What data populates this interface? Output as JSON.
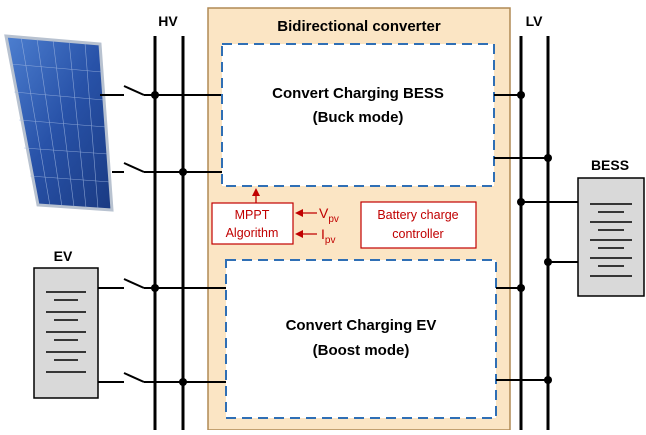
{
  "labels": {
    "hv": "HV",
    "lv": "LV",
    "converter_title": "Bidirectional converter",
    "bess": "BESS",
    "ev": "EV"
  },
  "blocks": {
    "top": {
      "line1": "Convert Charging BESS",
      "line2": "(Buck mode)"
    },
    "bottom": {
      "line1": "Convert Charging EV",
      "line2": "(Boost mode)"
    }
  },
  "mppt": {
    "line1": "MPPT",
    "line2": "Algorithm",
    "v_main": "V",
    "v_sub": "pv",
    "i_main": "I",
    "i_sub": "pv"
  },
  "battery_controller": {
    "line1": "Battery charge",
    "line2": "controller"
  },
  "icons": {
    "solar": "solar-panel-icon",
    "ev": "ev-battery-icon",
    "bess": "bess-battery-icon"
  },
  "colors": {
    "converter_fill": "#fbe5c4",
    "converter_border": "#b08a55",
    "dashed_blue": "#2f6fb5",
    "controller_red": "#c00000",
    "battery_fill": "#d9d9d9"
  }
}
